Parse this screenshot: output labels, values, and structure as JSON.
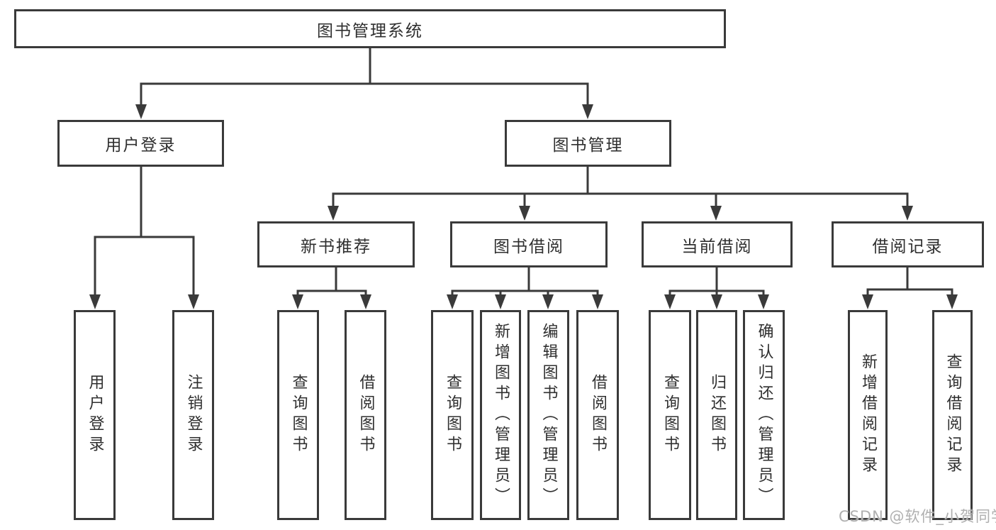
{
  "diagram": {
    "root": "图书管理系统",
    "level1": [
      "用户登录",
      "图书管理"
    ],
    "level2": [
      "新书推荐",
      "图书借阅",
      "当前借阅",
      "借阅记录"
    ],
    "leaves": {
      "user_login": [
        "用户登录",
        "注销登录"
      ],
      "new_book_rec": [
        "查询图书",
        "借阅图书"
      ],
      "book_borrow": [
        "查询图书",
        "新增图书（管理员）",
        "编辑图书（管理员）",
        "借阅图书"
      ],
      "current_borrow": [
        "查询图书",
        "归还图书",
        "确认归还（管理员）"
      ],
      "borrow_record": [
        "新增借阅记录",
        "查询借阅记录"
      ]
    }
  },
  "watermark": "CSDN @软件_小贺同学",
  "colors": {
    "line": "#3a3a3a",
    "text": "#2f2f2f",
    "watermark": "#b0b0b0",
    "background": "#ffffff"
  }
}
